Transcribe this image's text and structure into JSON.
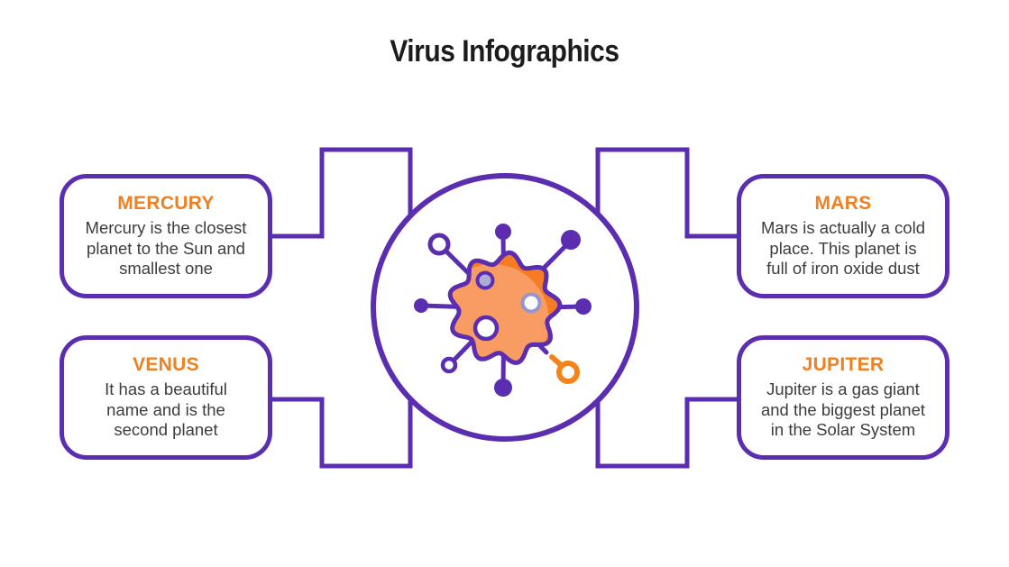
{
  "slide": {
    "title": "Virus Infographics"
  },
  "cards": [
    {
      "id": "mercury",
      "title": "MERCURY",
      "body": "Mercury is the closest\nplanet to the Sun and\nsmallest one"
    },
    {
      "id": "venus",
      "title": "VENUS",
      "body": "It has a beautiful\nname and is the\nsecond planet"
    },
    {
      "id": "mars",
      "title": "MARS",
      "body": "Mars is actually a cold\nplace. This planet is\nfull of iron oxide dust"
    },
    {
      "id": "jupiter",
      "title": "JUPITER",
      "body": "Jupiter is a gas giant\nand the biggest planet\nin the Solar System"
    }
  ],
  "icon": {
    "name": "virus-icon"
  },
  "colors": {
    "purple": "#5B2DB1",
    "heading_orange": "#F0801F",
    "icon_orange": "#F6821A",
    "virus_base": "#F57C22",
    "virus_light": "#F99C63",
    "bubble_lavender": "#ACACD7",
    "bubble_ring_light": "#9596CE",
    "title_text": "#1C1C1C",
    "body_text": "#3C3C3C",
    "background": "#FFFFFF"
  }
}
